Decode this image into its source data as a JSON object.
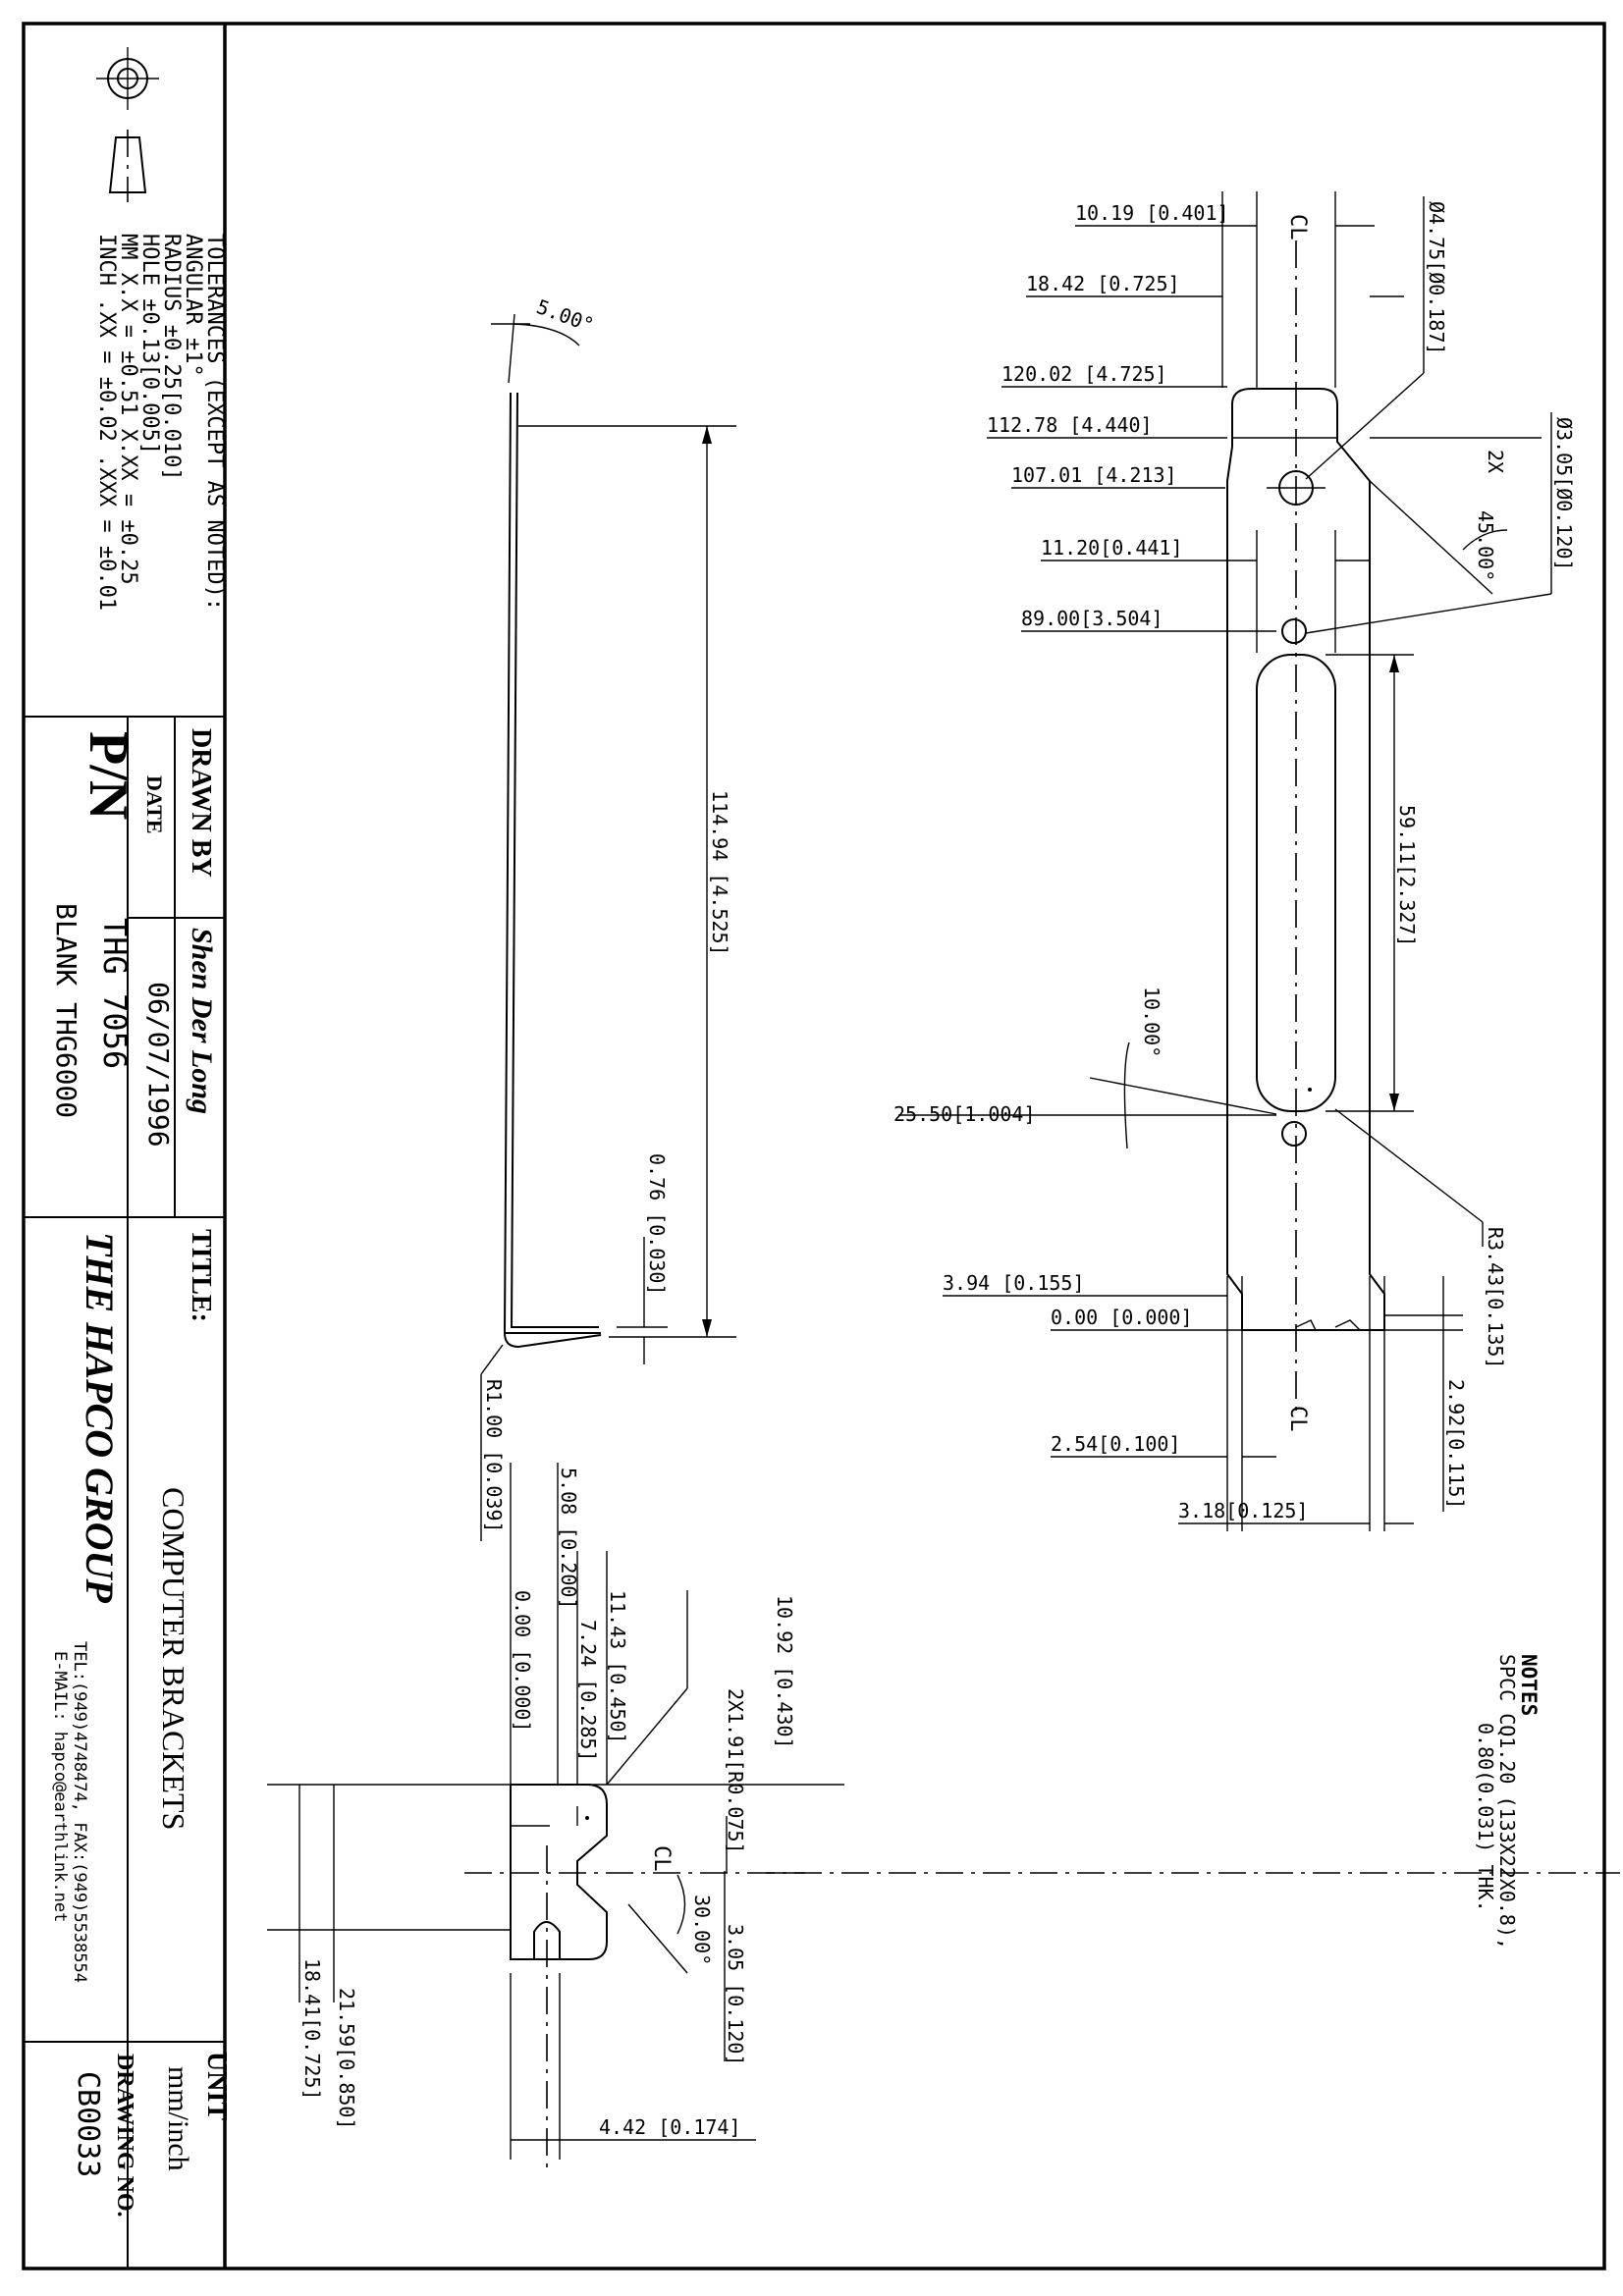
{
  "tolerances": {
    "heading": "TOLERANCES (EXCEPT AS NOTED):",
    "angular": "ANGULAR ±1°",
    "radius": "RADIUS ±0.25[0.010]",
    "hole": "HOLE ±0.13[0.005]",
    "mm": "MM X.X = ±0.51 X.XX = ±0.25",
    "inch": "INCH .XX = ±0.02 .XXX = ±0.01"
  },
  "title_block": {
    "drawn_by_label": "DRAWN BY",
    "drawn_by": "Shen Der Long",
    "date_label": "DATE",
    "date": "06/07/1996",
    "pn_label": "P/N",
    "pn": "THG 7056",
    "blank": "BLANK THG6000",
    "title_label": "TITLE:",
    "title": "COMPUTER BRACKETS",
    "company": "THE HAPCO GROUP",
    "tel": "TEL:(949)4748474, FAX:(949)5538554",
    "email": "E-MAIL: hapco@earthlink.net",
    "unit_label": "UNIT",
    "unit": "mm/inch",
    "drawing_no_label": "DRAWING NO.",
    "drawing_no": "CB0033"
  },
  "notes": {
    "heading": "NOTES",
    "line1": "SPCC CQ1.20 (133X22X0.8),",
    "line2": "0.80(0.031) THK."
  },
  "side_view": {
    "angle": "5.00°",
    "length": "114.94 [4.525]",
    "thickness": "0.76 [0.030]",
    "bend_radius": "R1.00 [0.039]"
  },
  "plan_view": {
    "d1": "10.19 [0.401]",
    "d2": "18.42 [0.725]",
    "d3": "120.02 [4.725]",
    "d4": "112.78 [4.440]",
    "d5": "107.01 [4.213]",
    "d6": "11.20[0.441]",
    "d7": "89.00[3.504]",
    "d8": "25.50[1.004]",
    "d9": "3.94 [0.155]",
    "d10": "0.00 [0.000]",
    "d11": "2.54[0.100]",
    "d12": "3.18[0.125]",
    "hole_dia": "Ø4.75[Ø0.187]",
    "hole_dia2": "Ø3.05[Ø0.120]",
    "qty": "2X",
    "chamfer_angle": "45.00°",
    "slot_length": "59.11[2.327]",
    "slot_angle": "10.00°",
    "radius": "R3.43[0.135]",
    "right_dim": "2.92[0.115]",
    "centerline": "CL"
  },
  "detail_view": {
    "e1": "5.08 [0.200]",
    "e2": "0.00 [0.000]",
    "e3": "11.43 [0.450]",
    "e4": "7.24 [0.285]",
    "e5": "10.92 [0.430]",
    "e6": "2X1.91[R0.075]",
    "e7": "30.00°",
    "e8": "3.05 [0.120]",
    "e9": "21.59[0.850]",
    "e10": "18.41[0.725]",
    "e11": "4.42 [0.174]",
    "centerline": "CL"
  }
}
